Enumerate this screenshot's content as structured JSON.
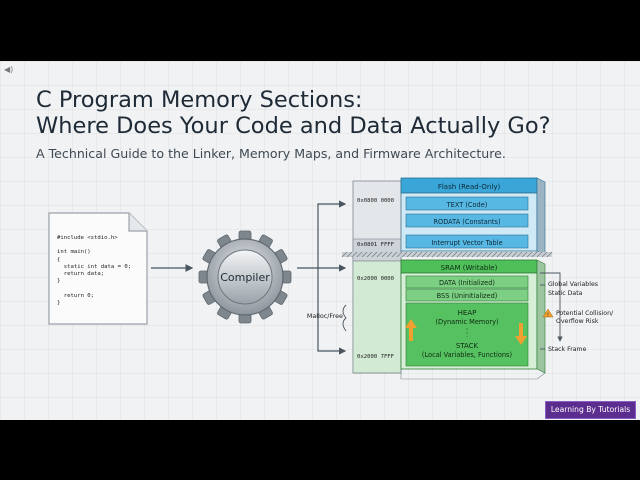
{
  "speaker_icon": "speaker-icon",
  "title": {
    "line1": "C Program Memory Sections:",
    "line2": "Where Does Your Code and Data Actually Go?"
  },
  "subtitle": "A Technical Guide to the Linker, Memory Maps, and Firmware Architecture.",
  "source_code": "#include <stdio.h>\n\nint main()\n{\n  static int data = 0;\n  return data;\n}\n\n  return 0;\n}",
  "compiler_label": "Compiler",
  "flash": {
    "header": "Flash (Read-Only)",
    "sections": [
      "TEXT (Code)",
      "RODATA (Constants)",
      "Interrupt Vector Table"
    ],
    "addr_start": "0x0800 0000",
    "addr_end": "0x0801 FFFF"
  },
  "sram": {
    "header": "SRAM (Writable)",
    "data": "DATA (Initialized)",
    "bss": "BSS (Uninitialized)",
    "heap_title": "HEAP",
    "heap_sub": "(Dynamic Memory)",
    "stack_title": "STACK",
    "stack_sub": "(Local Variables, Functions)",
    "addr_start": "0x2000 0000",
    "addr_end": "0x2000 7FFF"
  },
  "annotations": {
    "malloc": "Malloc/Free",
    "global_vars": "Global Variables",
    "static_data": "Static Data",
    "collision_line1": "Potential Collision/",
    "collision_line2": "Overflow Risk",
    "stack_frame": "Stack Frame",
    "warning_icon": "warning-icon"
  },
  "colors": {
    "flash_blue": "#3aa6d8",
    "flash_light": "#cfe9f6",
    "sram_green": "#4fbf5a",
    "sram_light": "#d6efd6",
    "arrow_orange": "#f0a030",
    "badge_purple": "#5b2d8e"
  },
  "badge": "Learning By Tutorials"
}
